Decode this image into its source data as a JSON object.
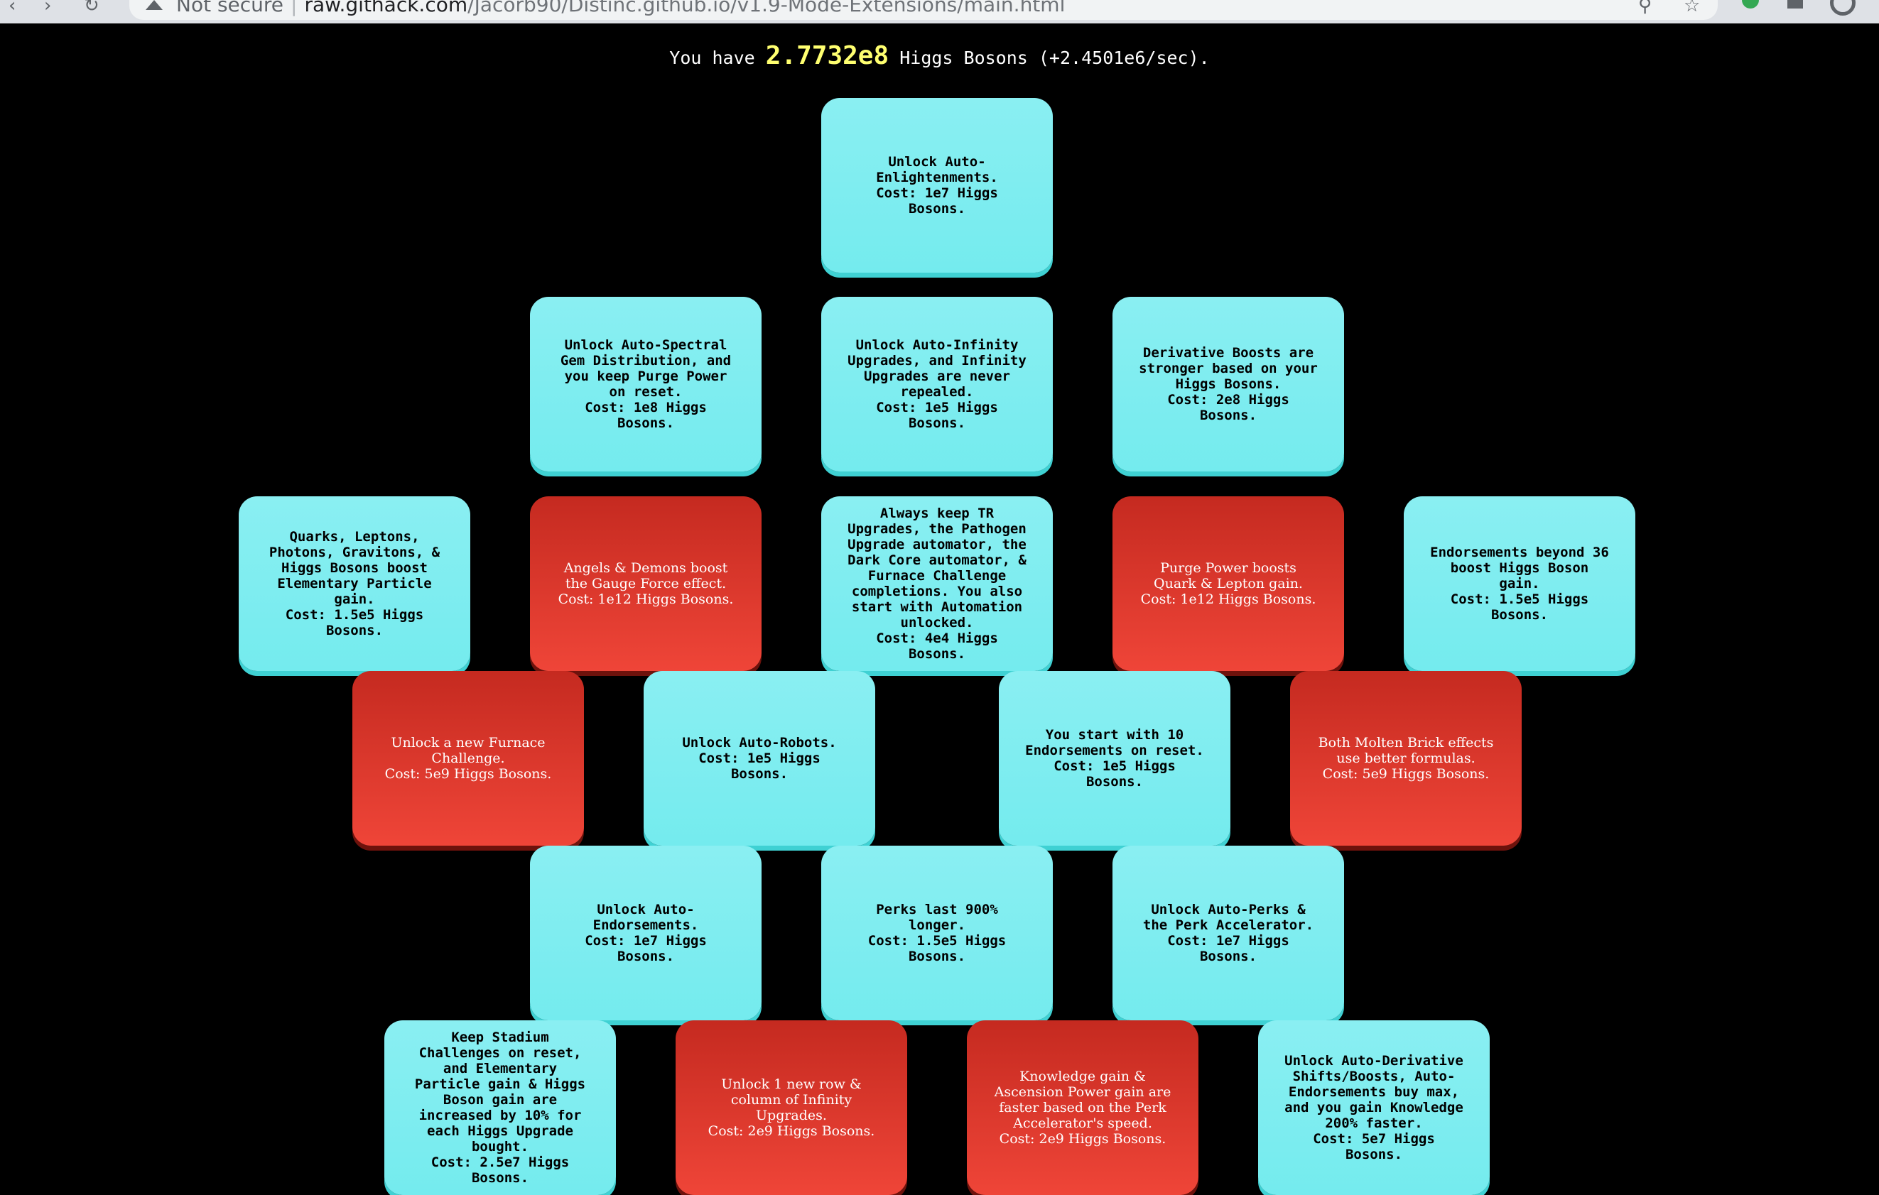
{
  "browser": {
    "security_label": "Not secure",
    "separator": "|",
    "url_host": "raw.githack.com",
    "url_path": "/Jacorb90/Distinc.github.io/v1.9-Mode-Extensions/main.html",
    "icons": [
      "back-icon",
      "forward-icon",
      "reload-icon",
      "warning-icon",
      "zoom-icon",
      "star-icon",
      "shield-extension-icon",
      "home-icon",
      "profile-icon"
    ]
  },
  "status": {
    "prefix": "You have",
    "amount": "2.7732e8",
    "suffix": "Higgs Bosons (+2.4501e6/sec).",
    "amount_color": "#ffff70"
  },
  "colors": {
    "owned": "#7aecef",
    "locked": "#e03a2e",
    "background": "#000000"
  },
  "upgrades": [
    {
      "text": "Unlock Auto-Enlightenments.\nCost: 1e7 Higgs Bosons.",
      "state": "owned"
    },
    {
      "text": "Unlock Auto-Spectral Gem Distribution, and you keep Purge Power on reset.\nCost: 1e8 Higgs Bosons.",
      "state": "owned"
    },
    {
      "text": "Unlock Auto-Infinity Upgrades, and Infinity Upgrades are never repealed.\nCost: 1e5 Higgs Bosons.",
      "state": "owned"
    },
    {
      "text": "Derivative Boosts are stronger based on your Higgs Bosons.\nCost: 2e8 Higgs Bosons.",
      "state": "owned"
    },
    {
      "text": "Quarks, Leptons, Photons, Gravitons, & Higgs Bosons boost Elementary Particle gain.\nCost: 1.5e5 Higgs Bosons.",
      "state": "owned"
    },
    {
      "text": "Angels & Demons boost the Gauge Force effect.\nCost: 1e12 Higgs Bosons.",
      "state": "locked"
    },
    {
      "text": "Always keep TR Upgrades, the Pathogen Upgrade automator, the Dark Core automator, & Furnace Challenge completions. You also start with Automation unlocked.\nCost: 4e4 Higgs Bosons.",
      "state": "owned"
    },
    {
      "text": "Purge Power boosts Quark & Lepton gain.\nCost: 1e12 Higgs Bosons.",
      "state": "locked"
    },
    {
      "text": "Endorsements beyond 36 boost Higgs Boson gain.\nCost: 1.5e5 Higgs Bosons.",
      "state": "owned"
    },
    {
      "text": "Unlock a new Furnace Challenge.\nCost: 5e9 Higgs Bosons.",
      "state": "locked"
    },
    {
      "text": "Unlock Auto-Robots.\nCost: 1e5 Higgs Bosons.",
      "state": "owned"
    },
    {
      "text": "You start with 10 Endorsements on reset.\nCost: 1e5 Higgs Bosons.",
      "state": "owned"
    },
    {
      "text": "Both Molten Brick effects use better formulas.\nCost: 5e9 Higgs Bosons.",
      "state": "locked"
    },
    {
      "text": "Unlock Auto-Endorsements.\nCost: 1e7 Higgs Bosons.",
      "state": "owned"
    },
    {
      "text": "Perks last 900% longer.\nCost: 1.5e5 Higgs Bosons.",
      "state": "owned"
    },
    {
      "text": "Unlock Auto-Perks & the Perk Accelerator.\nCost: 1e7 Higgs Bosons.",
      "state": "owned"
    },
    {
      "text": "Keep Stadium Challenges on reset, and Elementary Particle gain & Higgs Boson gain are increased by 10% for each Higgs Upgrade bought.\nCost: 2.5e7 Higgs Bosons.",
      "state": "owned"
    },
    {
      "text": "Unlock 1 new row & column of Infinity Upgrades.\nCost: 2e9 Higgs Bosons.",
      "state": "locked"
    },
    {
      "text": "Knowledge gain & Ascension Power gain are faster based on the Perk Accelerator's speed.\nCost: 2e9 Higgs Bosons.",
      "state": "locked"
    },
    {
      "text": "Unlock Auto-Derivative Shifts/Boosts, Auto-Endorsements buy max, and you gain Knowledge 200% faster.\nCost: 5e7 Higgs Bosons.",
      "state": "owned"
    }
  ]
}
